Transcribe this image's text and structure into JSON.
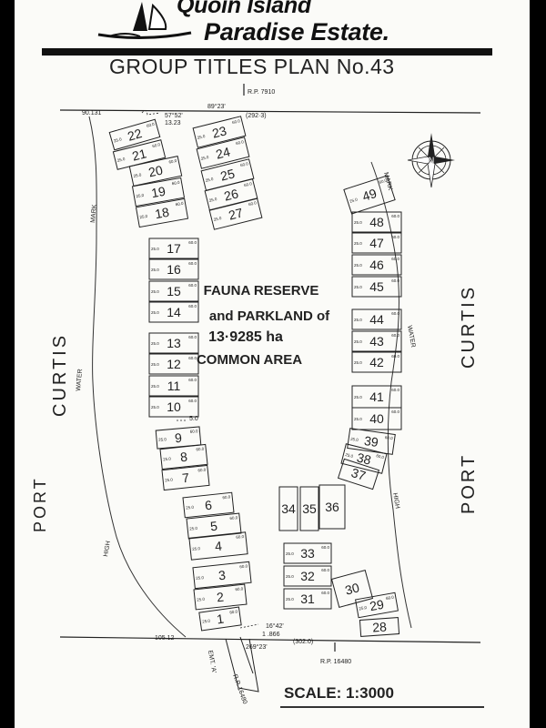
{
  "header": {
    "estate_line1": "Quoin Island",
    "estate_line2": "Paradise Estate.",
    "plan_title": "GROUP TITLES PLAN No.43"
  },
  "survey": {
    "rp_top": "R.P. 7910",
    "rp_bottom": "R.P. 16480",
    "bearing_top": "89°23'",
    "dist_top": "(292·3)",
    "corner_top": "90.131",
    "bearing_top_small": "57°52'",
    "dist_top_small": "13.23",
    "bearing_bottom": "269°23'",
    "dist_bottom": "(302.0)",
    "corner_bottom": "105.12",
    "bearing_bottom_small": "16°42'",
    "dist_bottom_small": "1 .866",
    "small_5": "5.0",
    "easement": "EMT. 'A'",
    "rp_easement": "R.P. 16480"
  },
  "reserve": {
    "line1": "FAUNA RESERVE",
    "line2": "and PARKLAND of",
    "line3": "13·9285 ha",
    "line4": "COMMON AREA"
  },
  "water_labels": {
    "port_left": "PORT",
    "curtis_left": "CURTIS",
    "port_right": "PORT",
    "curtis_right": "CURTIS",
    "hwm": [
      "HIGH",
      "WATER",
      "MARK"
    ]
  },
  "scale": "SCALE:  1:3000",
  "lots": [
    "1",
    "2",
    "3",
    "4",
    "5",
    "6",
    "7",
    "8",
    "9",
    "10",
    "11",
    "12",
    "13",
    "14",
    "15",
    "16",
    "17",
    "18",
    "19",
    "20",
    "21",
    "22",
    "23",
    "24",
    "25",
    "26",
    "27",
    "28",
    "29",
    "30",
    "31",
    "32",
    "33",
    "34",
    "35",
    "36",
    "37",
    "38",
    "39",
    "40",
    "41",
    "42",
    "43",
    "44",
    "45",
    "46",
    "47",
    "48",
    "49"
  ],
  "dims": {
    "d25": "25.0",
    "d60": "60.0"
  },
  "colors": {
    "ink": "#222222",
    "paper": "#fbfbf8",
    "frame": "#000000"
  },
  "icons": {
    "north": "compass-rose-icon",
    "logo": "sailboat-logo-icon"
  }
}
